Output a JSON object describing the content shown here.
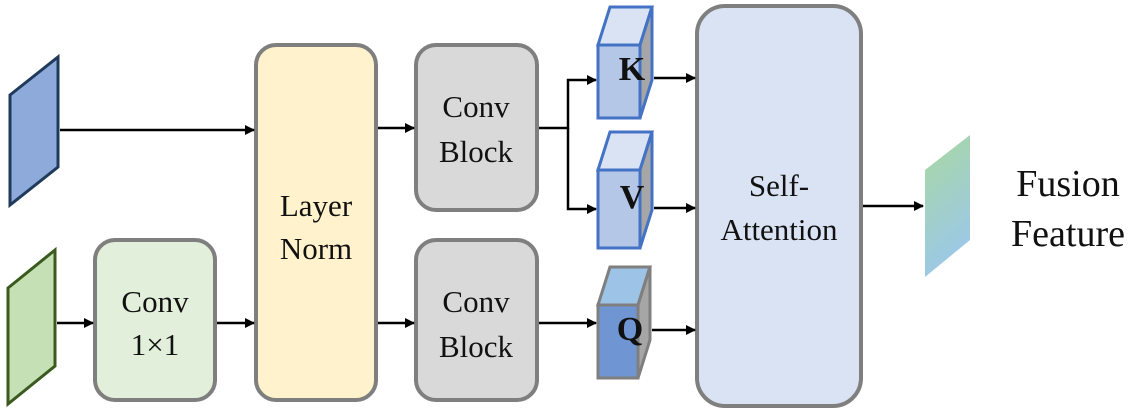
{
  "colors": {
    "input_top": "#8eaadb",
    "input_top_stroke": "#1f3a5a",
    "input_bottom": "#c5e0b4",
    "input_bottom_stroke": "#3a5a1f",
    "conv1x1_fill": "#e2efda",
    "layernorm_fill": "#fff2cc",
    "convblock_fill": "#d9d9d9",
    "attention_fill": "#dae3f3",
    "box_stroke": "#7f7f7f",
    "cube_kv_front": "#b4c7e7",
    "cube_q_front": "#6f95d3",
    "cube_side": "#a6a6a6",
    "cube_stroke": "#4472c4",
    "arrow": "#000000"
  },
  "nodes": {
    "conv1x1": {
      "line1": "Conv",
      "line2": "1×1"
    },
    "layer_norm": {
      "line1": "Layer",
      "line2": "Norm"
    },
    "conv_block_top": {
      "line1": "Conv",
      "line2": "Block"
    },
    "conv_block_bottom": {
      "line1": "Conv",
      "line2": "Block"
    },
    "key": {
      "label": "K"
    },
    "value": {
      "label": "V"
    },
    "query": {
      "label": "Q"
    },
    "self_attention": {
      "line1": "Self-",
      "line2": "Attention"
    },
    "output": {
      "line1": "Fusion",
      "line2": "Feature"
    }
  }
}
